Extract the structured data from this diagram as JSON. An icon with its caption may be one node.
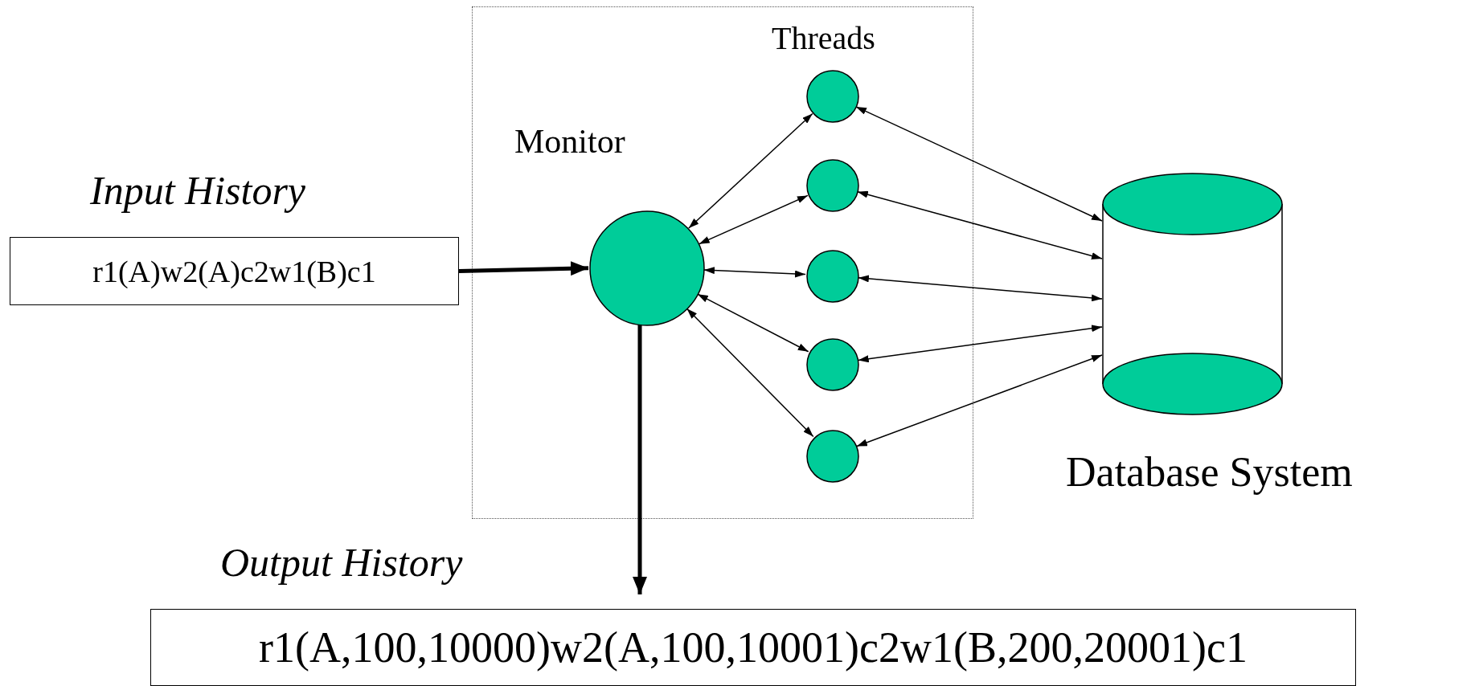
{
  "diagram": {
    "nodes": [
      {
        "text": [
          "Input History",
          "r1(A)w2(A)c2w1(B)c1"
        ]
      },
      {
        "text": [],
        "shape": "box"
      },
      {
        "text": [],
        "shape": "circle",
        "in": 1,
        "beside": [
          "Monitor"
        ]
      },
      {
        "text": [],
        "shape": "circle",
        "in": 1
      },
      {
        "text": [],
        "shape": "circle",
        "in": 1
      },
      {
        "text": [],
        "shape": "circle",
        "in": 1
      },
      {
        "text": [],
        "shape": "circle",
        "in": 1
      },
      {
        "text": [],
        "shape": "circle",
        "in": 1
      },
      {
        "text": [],
        "shape": "cylinder",
        "beside": [
          "Database System"
        ]
      },
      {
        "text": [
          "Output History",
          "r1(A,100,10000)w2(A,100,10001)c2w1(B,200,20001)c1"
        ]
      }
    ],
    "edges": [
      {
        "from": 0,
        "to": 2,
        "arrow": "to",
        "style": "thick"
      },
      {
        "from": 2,
        "to": 9,
        "arrow": "to",
        "style": "thick"
      },
      {
        "from": 2,
        "to": 3,
        "arrow": "both"
      },
      {
        "from": 2,
        "to": 4,
        "arrow": "both"
      },
      {
        "from": 2,
        "to": 5,
        "arrow": "both"
      },
      {
        "from": 2,
        "to": 6,
        "arrow": "both"
      },
      {
        "from": 2,
        "to": 7,
        "arrow": "both"
      },
      {
        "from": 3,
        "to": 8,
        "arrow": "both"
      },
      {
        "from": 4,
        "to": 8,
        "arrow": "both"
      },
      {
        "from": 5,
        "to": 8,
        "arrow": "both"
      },
      {
        "from": 6,
        "to": 8,
        "arrow": "both"
      },
      {
        "from": 7,
        "to": 8,
        "arrow": "both"
      }
    ],
    "labels": [
      "Threads"
    ]
  }
}
